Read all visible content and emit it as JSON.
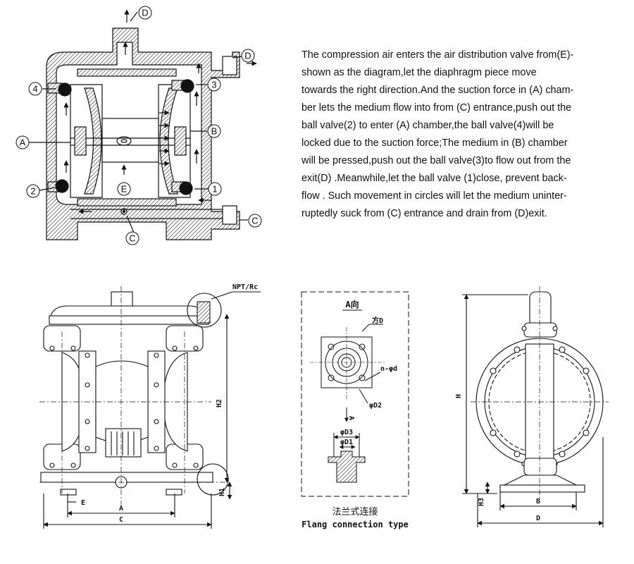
{
  "description": [
    "The compression air enters the air distribution valve from(E)-",
    "shown as the diagram,let the diaphragm piece move",
    "towards the right direction.And the suction force in (A) cham-",
    "ber lets the medium flow into from (C) entrance,push out the",
    "ball valve(2) to enter (A) chamber,the ball valve(4)will be",
    "locked due to the suction force;The medium in (B) chamber",
    "will be pressed,push out the ball valve(3)to flow out from the",
    "exit(D) .Meanwhile,let the ball valve (1)close, prevent back-",
    "flow . Such movement in circles will let the medium uninter-",
    "ruptedly suck from (C) entrance and drain from (D)exit."
  ],
  "section_diagram": {
    "callouts": {
      "d_top": "D",
      "d_right": "D",
      "a": "A",
      "b": "B",
      "c_bottom": "C",
      "c_right": "C",
      "e": "E",
      "n1": "1",
      "n2": "2",
      "n3": "3",
      "n4": "4"
    }
  },
  "front_view": {
    "thread_label": "NPT/Rc",
    "dims": {
      "h2": "H2",
      "h1": "H1",
      "e": "E",
      "a": "A",
      "c": "C"
    }
  },
  "flange_view": {
    "view_title": "A向",
    "labels": {
      "square": "方D",
      "holes": "n-φd",
      "d2": "φD2",
      "d3": "φD3",
      "d1": "φD1",
      "arrow": "A"
    },
    "caption_cn": "法兰式连接",
    "caption_en": "Flang connection type"
  },
  "side_view": {
    "dims": {
      "h": "H",
      "h3": "H3",
      "b": "B",
      "d": "D"
    }
  },
  "colors": {
    "ink": "#111111",
    "hatch": "#777777",
    "background": "#ffffff"
  }
}
